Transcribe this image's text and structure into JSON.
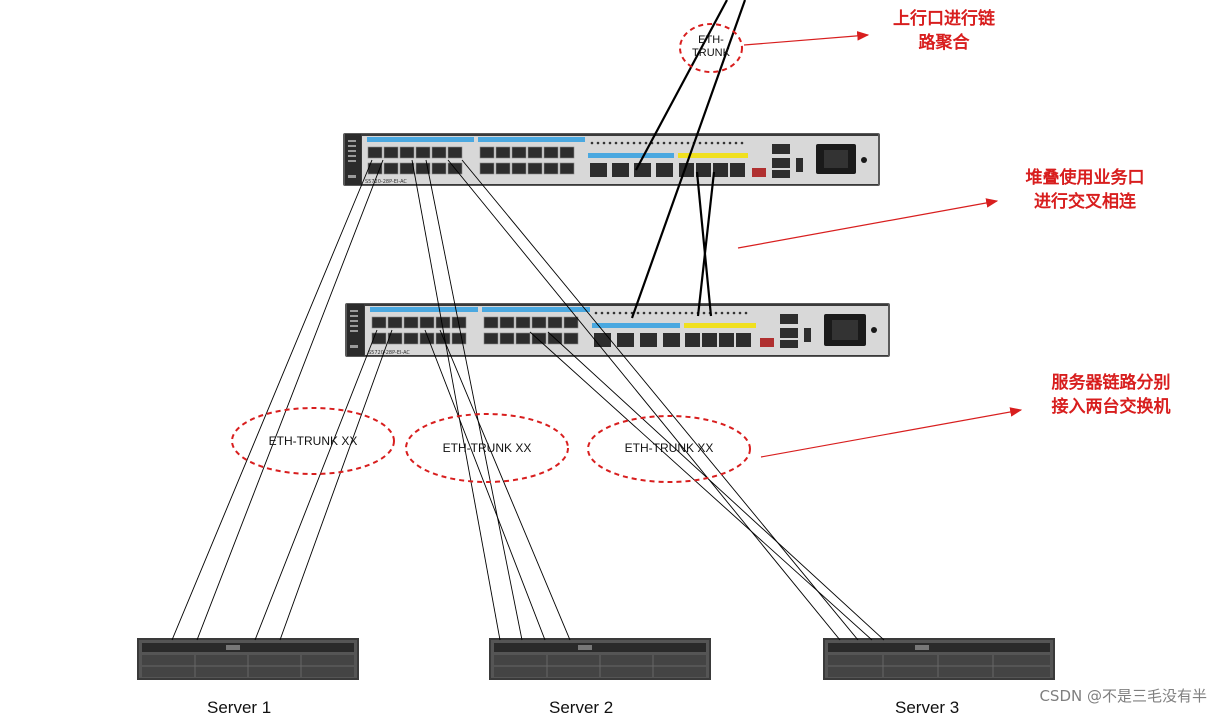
{
  "annotations": {
    "uplink_line1": "上行口进行链",
    "uplink_line2": "路聚合",
    "stack_line1": "堆叠使用业务口",
    "stack_line2": "进行交叉相连",
    "server_line1": "服务器链路分别",
    "server_line2": "接入两台交换机"
  },
  "trunk_labels": {
    "uplink_line1": "ETH-",
    "uplink_line2": "TRUNK",
    "server1": "ETH-TRUNK XX",
    "server2": "ETH-TRUNK XX",
    "server3": "ETH-TRUNK XX"
  },
  "switches": {
    "top_model": "S5720-28P-EI-AC",
    "bottom_model": "S5720-28P-EI-AC"
  },
  "servers": [
    "Server  1",
    "Server  2",
    "Server  3"
  ],
  "watermark": "CSDN @不是三毛没有半",
  "colors": {
    "annotation": "#d81e1e",
    "switch_body": "#2b2b2b",
    "port_blue": "#4aa8e0",
    "port_yellow": "#f0e020",
    "cable": "#000000"
  }
}
